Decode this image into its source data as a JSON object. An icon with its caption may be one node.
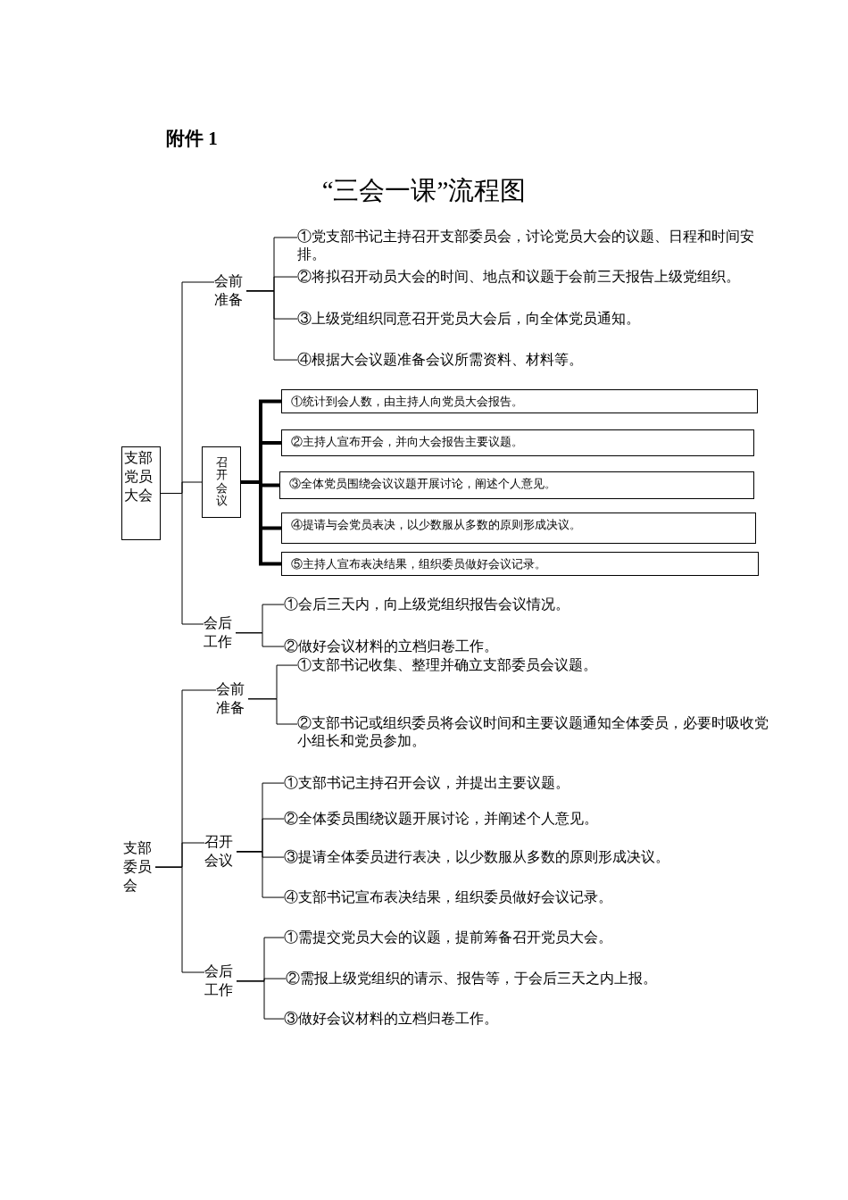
{
  "diagram": {
    "title": "“三会一课”流程图",
    "nodes": [
      {
        "text": [
          "支部党员大会"
        ]
      },
      {
        "text": [
          "会前准备"
        ]
      },
      {
        "text": [
          "①党支部书记主持召开支部委员会，讨论党员大会的议题、日程和时间安排。"
        ]
      },
      {
        "text": [
          "②将拟召开动员大会的时间、地点和议题于会前三天报告上级党组织。"
        ]
      },
      {
        "text": [
          "③上级党组织同意召开党员大会后，向全体党员通知。"
        ]
      },
      {
        "text": [
          "④根据大会议题准备会议所需资料、材料等。"
        ]
      },
      {
        "text": [
          "召开会议"
        ]
      },
      {
        "text": [
          "①统计到会人数，由主持人向党员大会报告。"
        ]
      },
      {
        "text": [
          "②主持人宣布开会，并向大会报告主要议题。"
        ]
      },
      {
        "text": [
          "③全体党员围绕会议议题开展讨论，阐述个人意见。"
        ]
      },
      {
        "text": [
          "④提请与会党员表决，以少数服从多数的原则形成决议。"
        ]
      },
      {
        "text": [
          "⑤主持人宣布表决结果，组织委员做好会议记录。"
        ]
      },
      {
        "text": [
          "会后工作"
        ]
      },
      {
        "text": [
          "①会后三天内，向上级党组织报告会议情况。"
        ]
      },
      {
        "text": [
          "②做好会议材料的立档归卷工作。"
        ]
      },
      {
        "text": [
          "支部委员会"
        ]
      },
      {
        "text": [
          "会前准备"
        ]
      },
      {
        "text": [
          "①支部书记收集、整理并确立支部委员会议题。"
        ]
      },
      {
        "text": [
          "②支部书记或组织委员将会议时间和主要议题通知全体委员，必要时吸收党小组长和党员参加。"
        ]
      },
      {
        "text": [
          "召开会议"
        ]
      },
      {
        "text": [
          "①支部书记主持召开会议，并提出主要议题。"
        ]
      },
      {
        "text": [
          "②全体委员围绕议题开展讨论，并阐述个人意见。"
        ]
      },
      {
        "text": [
          "③提请全体委员进行表决，以少数服从多数的原则形成决议。"
        ]
      },
      {
        "text": [
          "④支部书记宣布表决结果，组织委员做好会议记录。"
        ]
      },
      {
        "text": [
          "会后工作"
        ]
      },
      {
        "text": [
          "①需提交党员大会的议题，提前筹备召开党员大会。"
        ]
      },
      {
        "text": [
          "②需报上级党组织的请示、报告等，于会后三天之内上报。"
        ]
      },
      {
        "text": [
          "③做好会议材料的立档归卷工作。"
        ]
      }
    ],
    "edges": [
      {
        "from": 0,
        "to": 1,
        "arrow": "none"
      },
      {
        "from": 1,
        "to": 2,
        "arrow": "none"
      },
      {
        "from": 1,
        "to": 3,
        "arrow": "none"
      },
      {
        "from": 1,
        "to": 4,
        "arrow": "none"
      },
      {
        "from": 1,
        "to": 5,
        "arrow": "none"
      },
      {
        "from": 0,
        "to": 6,
        "arrow": "none"
      },
      {
        "from": 6,
        "to": 7,
        "arrow": "none",
        "style": "thick"
      },
      {
        "from": 6,
        "to": 8,
        "arrow": "none",
        "style": "thick"
      },
      {
        "from": 6,
        "to": 9,
        "arrow": "none",
        "style": "thick"
      },
      {
        "from": 6,
        "to": 10,
        "arrow": "none",
        "style": "thick"
      },
      {
        "from": 6,
        "to": 11,
        "arrow": "none",
        "style": "thick"
      },
      {
        "from": 0,
        "to": 12,
        "arrow": "none"
      },
      {
        "from": 12,
        "to": 13,
        "arrow": "none"
      },
      {
        "from": 12,
        "to": 14,
        "arrow": "none"
      },
      {
        "from": 15,
        "to": 16,
        "arrow": "none"
      },
      {
        "from": 16,
        "to": 17,
        "arrow": "none"
      },
      {
        "from": 16,
        "to": 18,
        "arrow": "none"
      },
      {
        "from": 15,
        "to": 19,
        "arrow": "none"
      },
      {
        "from": 19,
        "to": 20,
        "arrow": "none"
      },
      {
        "from": 19,
        "to": 21,
        "arrow": "none"
      },
      {
        "from": 19,
        "to": 22,
        "arrow": "none"
      },
      {
        "from": 19,
        "to": 23,
        "arrow": "none"
      },
      {
        "from": 15,
        "to": 24,
        "arrow": "none"
      },
      {
        "from": 24,
        "to": 25,
        "arrow": "none"
      },
      {
        "from": 24,
        "to": 26,
        "arrow": "none"
      },
      {
        "from": 24,
        "to": 27,
        "arrow": "none"
      }
    ],
    "labels": [
      "附件 1"
    ]
  }
}
